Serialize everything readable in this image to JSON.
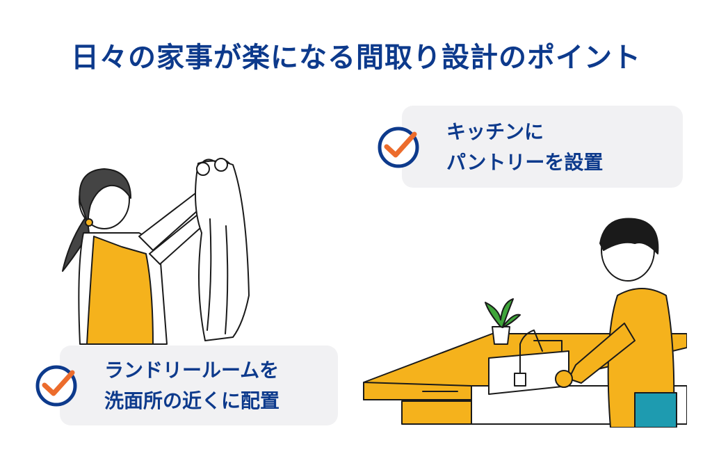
{
  "title": "日々の家事が楽になる間取り設計のポイント",
  "points": [
    {
      "line1": "キッチンに",
      "line2": "パントリーを設置",
      "icon": "check-circle-icon"
    },
    {
      "line1": "ランドリールームを",
      "line2": "洗面所の近くに配置",
      "icon": "check-circle-icon"
    }
  ],
  "colors": {
    "title": "#0d3a8c",
    "card_bg": "#f1f1f3",
    "check_ring": "#0d3a8c",
    "check_mark": "#ec6c2c",
    "accent_yellow": "#f5b21c",
    "teal": "#1e9bb0",
    "plant": "#3fa53a"
  }
}
